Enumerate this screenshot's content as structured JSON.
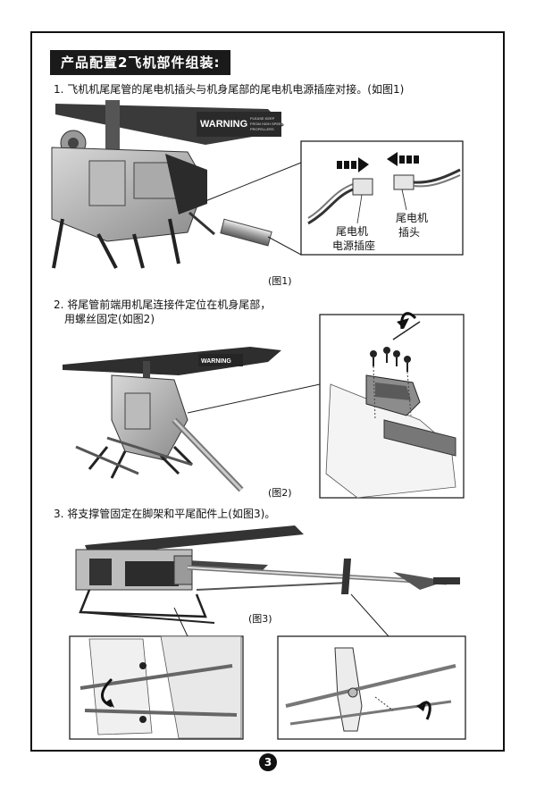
{
  "section_title": "产品配置2飞机部件组装:",
  "steps": [
    {
      "text": "1. 飞机机尾尾管的尾电机插头与机身尾部的尾电机电源插座对接。(如图1)"
    },
    {
      "line1": "2. 将尾管前端用机尾连接件定位在机身尾部，",
      "line2": "用螺丝固定(如图2)"
    },
    {
      "text": "3. 将支撑管固定在脚架和平尾配件上(如图3)。"
    }
  ],
  "figures": {
    "fig1_caption": "(图1)",
    "fig2_caption": "(图2)",
    "fig3_caption": "(图3)"
  },
  "fig1_callout": {
    "socket_label_1": "尾电机",
    "socket_label_2": "电源插座",
    "plug_label_1": "尾电机",
    "plug_label_2": "插头"
  },
  "warning_text": "WARNING",
  "warning_small": [
    "PLEASE KEEP",
    "FROM HIGH SPEED",
    "PROPELLERS"
  ],
  "page_number": "3"
}
